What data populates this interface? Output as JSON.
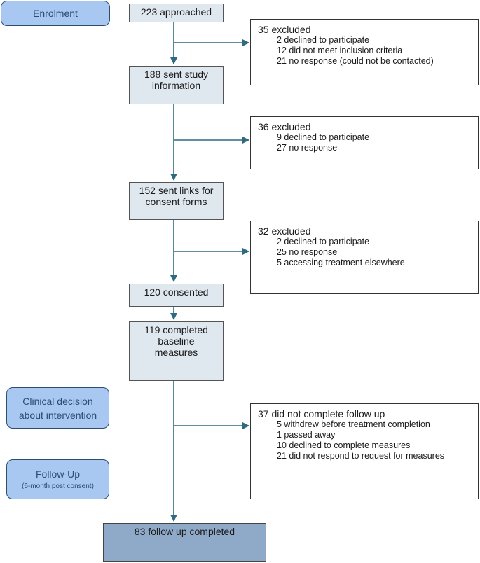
{
  "stages": {
    "enrolment": "Enrolment",
    "clinical": [
      "Clinical decision",
      "about intervention"
    ],
    "followup": "Follow-Up",
    "followup_sub": "(6-month post consent)"
  },
  "flow": {
    "approached": "223 approached",
    "sent_info": [
      "188 sent study",
      "information"
    ],
    "sent_links": [
      "152 sent links for",
      "consent forms"
    ],
    "consented": "120 consented",
    "baseline": [
      "119 completed",
      "baseline",
      "measures"
    ],
    "completed": "83 follow up completed"
  },
  "exclusions": [
    {
      "title": "35 excluded",
      "items": [
        "2 declined to participate",
        "12 did not meet inclusion criteria",
        "21 no response (could not be contacted)"
      ]
    },
    {
      "title": "36 excluded",
      "items": [
        "9 declined to participate",
        "27 no response"
      ]
    },
    {
      "title": "32 excluded",
      "items": [
        "2 declined to participate",
        "25 no response",
        "5 accessing treatment elsewhere"
      ]
    },
    {
      "title": "37 did not complete follow up",
      "items": [
        "5 withdrew before treatment completion",
        "1 passed away",
        "10 declined to complete measures",
        "21 did not respond to request for measures"
      ]
    }
  ],
  "colors": {
    "stage_fill": "#a9c8f1",
    "box_fill": "#dfe7ef",
    "final_fill": "#8fa9c9",
    "arrow": "#2e6a80"
  }
}
